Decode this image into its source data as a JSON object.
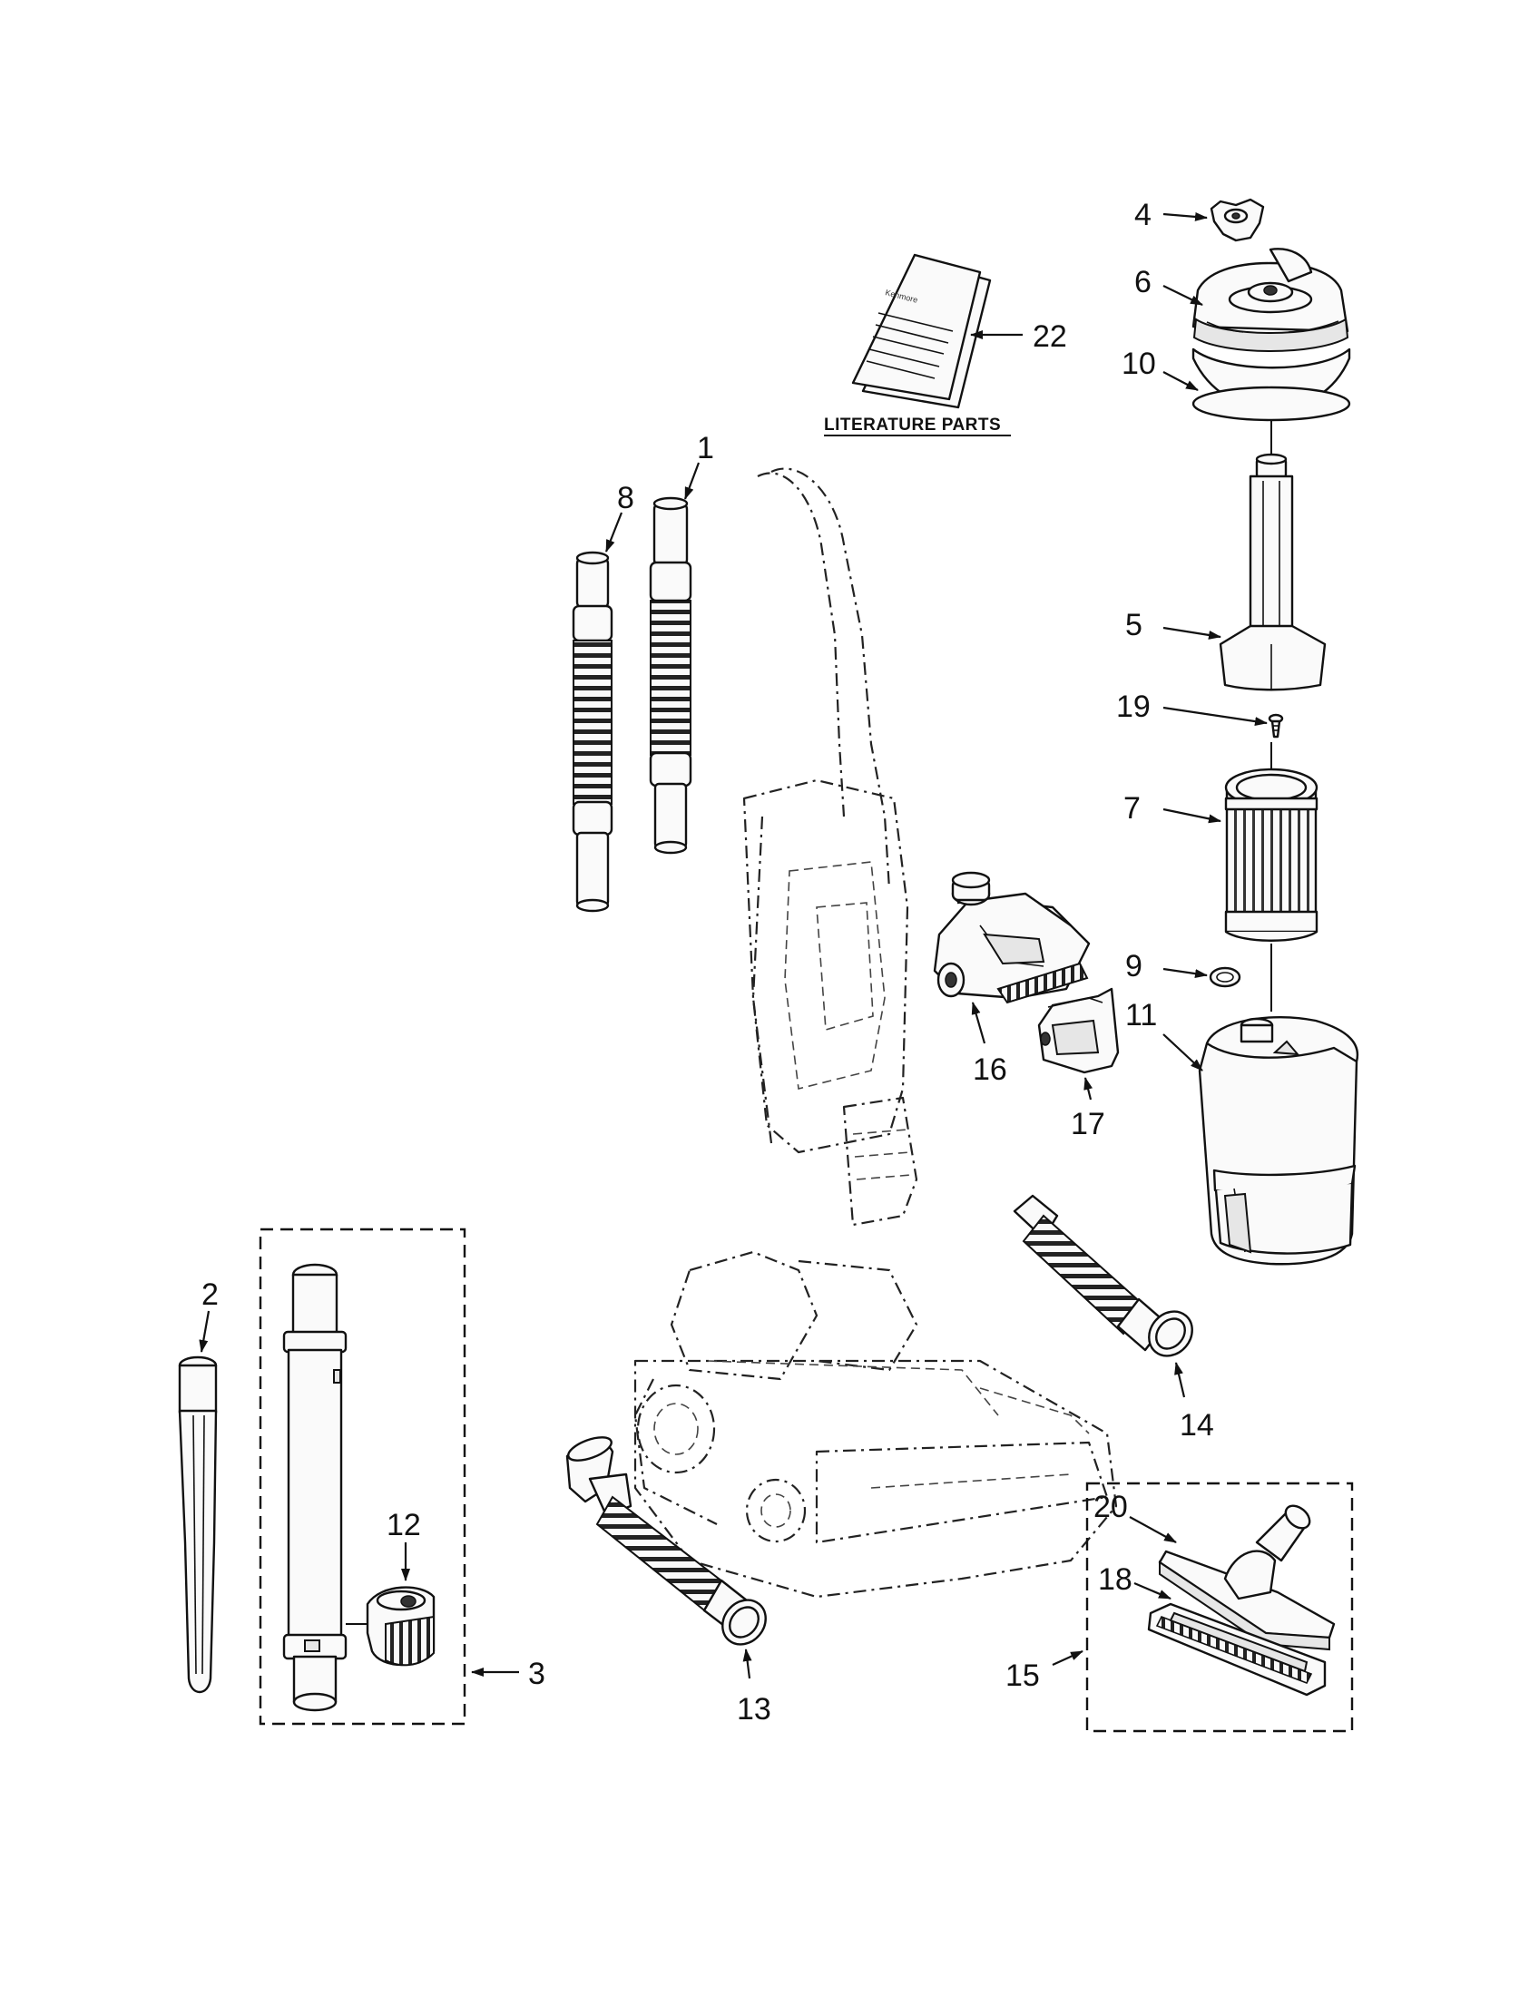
{
  "literature": {
    "label": "LITERATURE PARTS",
    "booklet_brand": "Kenmore"
  },
  "callouts": {
    "c1": "1",
    "c2": "2",
    "c3": "3",
    "c4": "4",
    "c5": "5",
    "c6": "6",
    "c7": "7",
    "c8": "8",
    "c9": "9",
    "c10": "10",
    "c11": "11",
    "c12": "12",
    "c13": "13",
    "c14": "14",
    "c15": "15",
    "c16": "16",
    "c17": "17",
    "c18": "18",
    "c19": "19",
    "c20": "20",
    "c22": "22"
  }
}
